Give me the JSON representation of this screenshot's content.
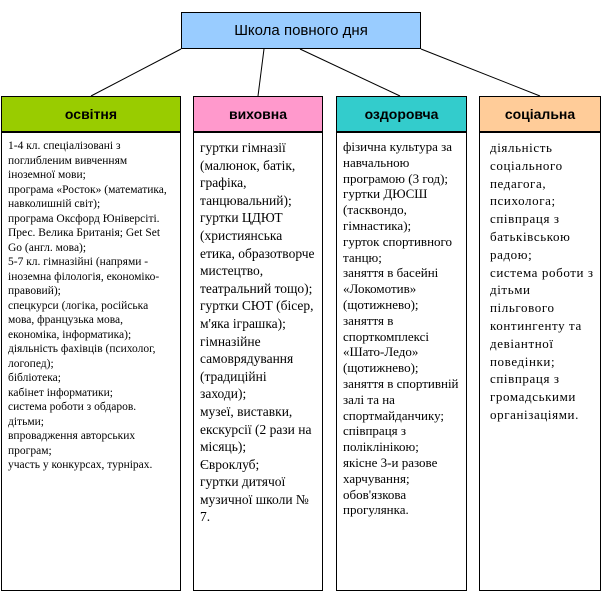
{
  "root": {
    "title": "Школа повного дня"
  },
  "columns": [
    {
      "header": "освітня",
      "color": "#99cc00",
      "items": [
        "1-4 кл. спеціалізовані з поглибленим вивченням іноземної мови;",
        "програма «Росток» (математика, навколишній світ);",
        "програма Оксфорд Юніверсіті. Прес. Велика Британія; Get Set Go (англ. мова);",
        "5-7 кл. гімназійні (напрями - іноземна філологія, економіко-правовий);",
        "спецкурси (логіка, російська мова, французька мова, економіка, інформатика);",
        "діяльність фахівців (психолог, логопед);",
        "бібліотека;",
        "кабінет інформатики;",
        "система роботи з обдаров. дітьми;",
        "впровадження авторських програм;",
        "участь у конкурсах, турнірах."
      ]
    },
    {
      "header": "виховна",
      "color": "#ff99cc",
      "items": [
        "гуртки гімназії (малюнок, батік, графіка, танцювальний);",
        "гуртки ЦДЮТ (християнська етика, образотворче мистецтво, театральний тощо);",
        "гуртки СЮТ (бісер, м'яка іграшка);",
        "гімназійне самоврядування (традиційні заходи);",
        "музеї, виставки, екскурсії (2 рази на місяць);",
        "Євроклуб;",
        "гуртки дитячої музичної школи № 7."
      ]
    },
    {
      "header": "оздоровча",
      "color": "#33cccc",
      "items": [
        "фізична культура за навчальною програмою (3 год);",
        "гуртки ДЮСШ (тасквондо, гімнастика);",
        "гурток спортивного танцю;",
        "заняття в басейні «Локомотив» (щотижнево);",
        "заняття в спорткомплексі «Шато-Ледо» (щотижнево);",
        "заняття в спортивній залі та на спортмайданчику;",
        "співпраця з поліклінікою;",
        "якісне 3-и разове харчування;",
        "обов'язкова прогулянка."
      ]
    },
    {
      "header": "соціальна",
      "color": "#ffcc99",
      "items": [
        "діяльність соціального педагога, психолога;",
        "співпраця з батьківською радою;",
        "система роботи з дітьми пільгового контингенту та девіантної поведінки;",
        "співпраця з громадськими організаціями."
      ]
    }
  ]
}
